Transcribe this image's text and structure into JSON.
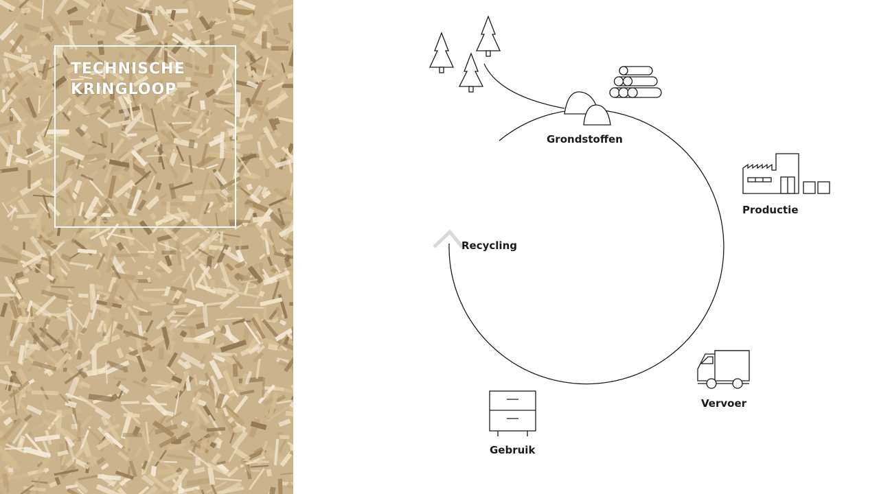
{
  "panel": {
    "title_line1": "TECHNISCHE",
    "title_line2": "KRINGLOOP"
  },
  "cycle": {
    "stages": [
      {
        "label": "Grondstoffen",
        "icon": "raw-materials-icon"
      },
      {
        "label": "Productie",
        "icon": "factory-icon"
      },
      {
        "label": "Vervoer",
        "icon": "truck-icon"
      },
      {
        "label": "Gebruik",
        "icon": "cabinet-icon"
      },
      {
        "label": "Recycling",
        "icon": "recycle-arrow-icon"
      }
    ],
    "extra_icons": [
      "trees-icon",
      "logs-icon"
    ]
  },
  "colors": {
    "line": "#1a1a1a",
    "panel_bg": "#c9b48b",
    "title": "#ffffff"
  }
}
